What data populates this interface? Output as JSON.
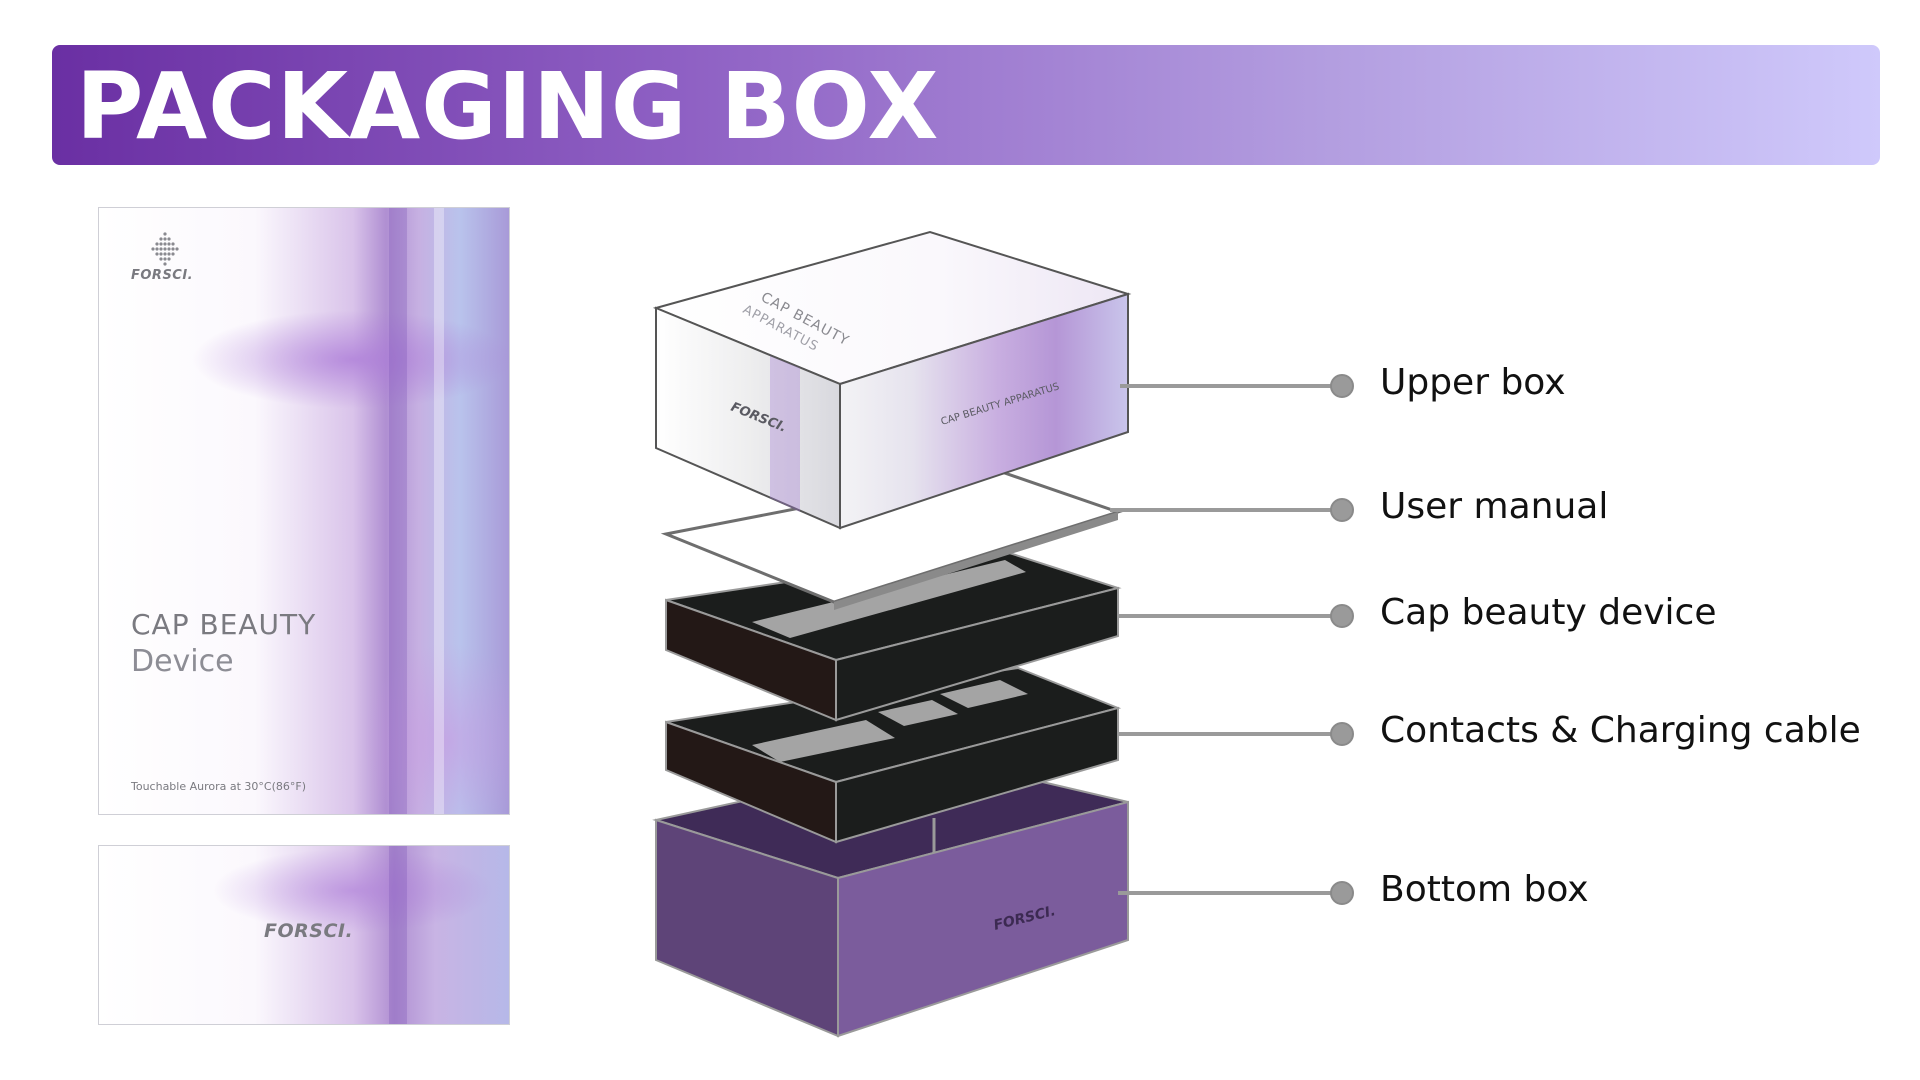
{
  "banner": {
    "title": "PACKAGING BOX"
  },
  "package": {
    "brand": "FORSCI.",
    "product_title": "CAP BEAUTY",
    "product_subtitle": "Device",
    "footnote": "Touchable Aurora at 30°C(86°F)",
    "lid_title": "CAP BEAUTY",
    "lid_subtitle": "APPARATUS",
    "side_text": "CAP BEAUTY  APPARATUS",
    "side_brand": "FORSCI.",
    "bottom_brand": "FORSCI."
  },
  "components": [
    {
      "label": "Upper box"
    },
    {
      "label": "User manual"
    },
    {
      "label": "Cap beauty device"
    },
    {
      "label": "Contacts & Charging cable"
    },
    {
      "label": "Bottom box"
    }
  ],
  "colors": {
    "banner_start": "#6a2fa3",
    "banner_end": "#cfc9fb",
    "tray": "#1b1d1c",
    "tray_side": "#231816",
    "slot": "#a4a4a4",
    "bottom_box": "#5e4478",
    "bottom_box_right": "#7b5c9c",
    "bottom_box_inner": "#3f2b57",
    "connector": "#9a9a9a"
  }
}
